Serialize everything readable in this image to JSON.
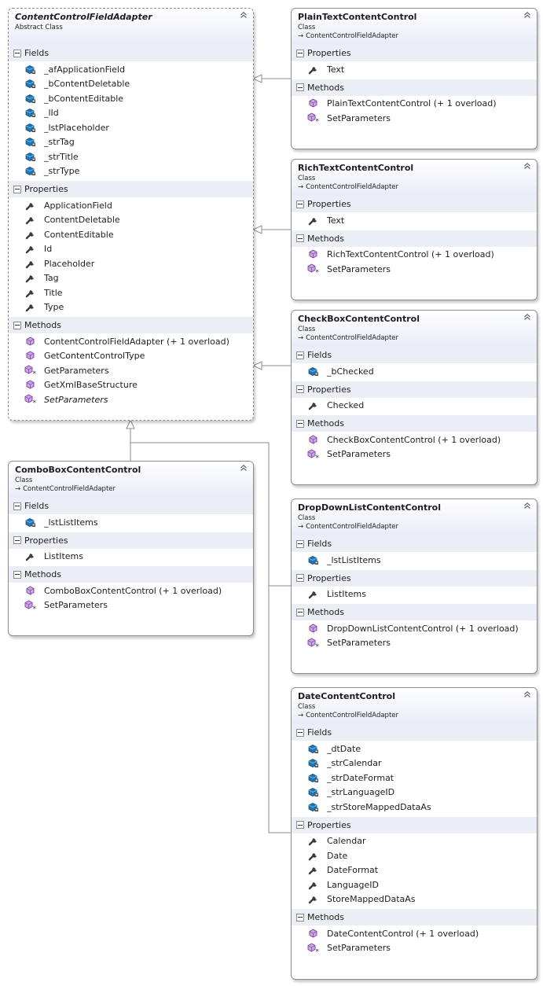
{
  "labels": {
    "fields": "Fields",
    "properties": "Properties",
    "methods": "Methods"
  },
  "colors": {
    "header_gradient": "#e9ecf7",
    "section_background": "#eceef5",
    "border": "#8c8c8c",
    "connector": "#8c8c8c",
    "field_icon": "#1f78b4",
    "method_icon": "#7b3fa0",
    "property_icon": "#3a3a3a"
  },
  "classes": {
    "adapter": {
      "name": "ContentControlFieldAdapter",
      "kind": "Abstract Class",
      "fields": [
        "_afApplicationField",
        "_bContentDeletable",
        "_bContentEditable",
        "_lId",
        "_lstPlaceholder",
        "_strTag",
        "_strTitle",
        "_strType"
      ],
      "properties": [
        "ApplicationField",
        "ContentDeletable",
        "ContentEditable",
        "Id",
        "Placeholder",
        "Tag",
        "Title",
        "Type"
      ],
      "methods": [
        {
          "name": "ContentControlFieldAdapter (+ 1 overload)",
          "icon": "method-icon"
        },
        {
          "name": "GetContentControlType",
          "icon": "method-icon"
        },
        {
          "name": "GetParameters",
          "icon": "method-protected-icon"
        },
        {
          "name": "GetXmlBaseStructure",
          "icon": "method-icon"
        },
        {
          "name": "SetParameters",
          "icon": "method-protected-icon",
          "abstract": true
        }
      ]
    },
    "plaintext": {
      "name": "PlainTextContentControl",
      "kind": "Class",
      "base": "ContentControlFieldAdapter",
      "properties": [
        "Text"
      ],
      "methods": [
        {
          "name": "PlainTextContentControl (+ 1 overload)",
          "icon": "method-icon"
        },
        {
          "name": "SetParameters",
          "icon": "method-protected-icon"
        }
      ]
    },
    "richtext": {
      "name": "RichTextContentControl",
      "kind": "Class",
      "base": "ContentControlFieldAdapter",
      "properties": [
        "Text"
      ],
      "methods": [
        {
          "name": "RichTextContentControl (+ 1 overload)",
          "icon": "method-icon"
        },
        {
          "name": "SetParameters",
          "icon": "method-protected-icon"
        }
      ]
    },
    "checkbox": {
      "name": "CheckBoxContentControl",
      "kind": "Class",
      "base": "ContentControlFieldAdapter",
      "fields": [
        "_bChecked"
      ],
      "properties": [
        "Checked"
      ],
      "methods": [
        {
          "name": "CheckBoxContentControl (+ 1 overload)",
          "icon": "method-icon"
        },
        {
          "name": "SetParameters",
          "icon": "method-protected-icon"
        }
      ]
    },
    "combobox": {
      "name": "ComboBoxContentControl",
      "kind": "Class",
      "base": "ContentControlFieldAdapter",
      "fields": [
        "_lstListItems"
      ],
      "properties": [
        "ListItems"
      ],
      "methods": [
        {
          "name": "ComboBoxContentControl (+ 1 overload)",
          "icon": "method-icon"
        },
        {
          "name": "SetParameters",
          "icon": "method-protected-icon"
        }
      ]
    },
    "dropdown": {
      "name": "DropDownListContentControl",
      "kind": "Class",
      "base": "ContentControlFieldAdapter",
      "fields": [
        "_lstListItems"
      ],
      "properties": [
        "ListItems"
      ],
      "methods": [
        {
          "name": "DropDownListContentControl (+ 1 overload)",
          "icon": "method-icon"
        },
        {
          "name": "SetParameters",
          "icon": "method-protected-icon"
        }
      ]
    },
    "date": {
      "name": "DateContentControl",
      "kind": "Class",
      "base": "ContentControlFieldAdapter",
      "fields": [
        "_dtDate",
        "_strCalendar",
        "_strDateFormat",
        "_strLanguageID",
        "_strStoreMappedDataAs"
      ],
      "properties": [
        "Calendar",
        "Date",
        "DateFormat",
        "LanguageID",
        "StoreMappedDataAs"
      ],
      "methods": [
        {
          "name": "DateContentControl (+ 1 overload)",
          "icon": "method-icon"
        },
        {
          "name": "SetParameters",
          "icon": "method-protected-icon"
        }
      ]
    }
  }
}
